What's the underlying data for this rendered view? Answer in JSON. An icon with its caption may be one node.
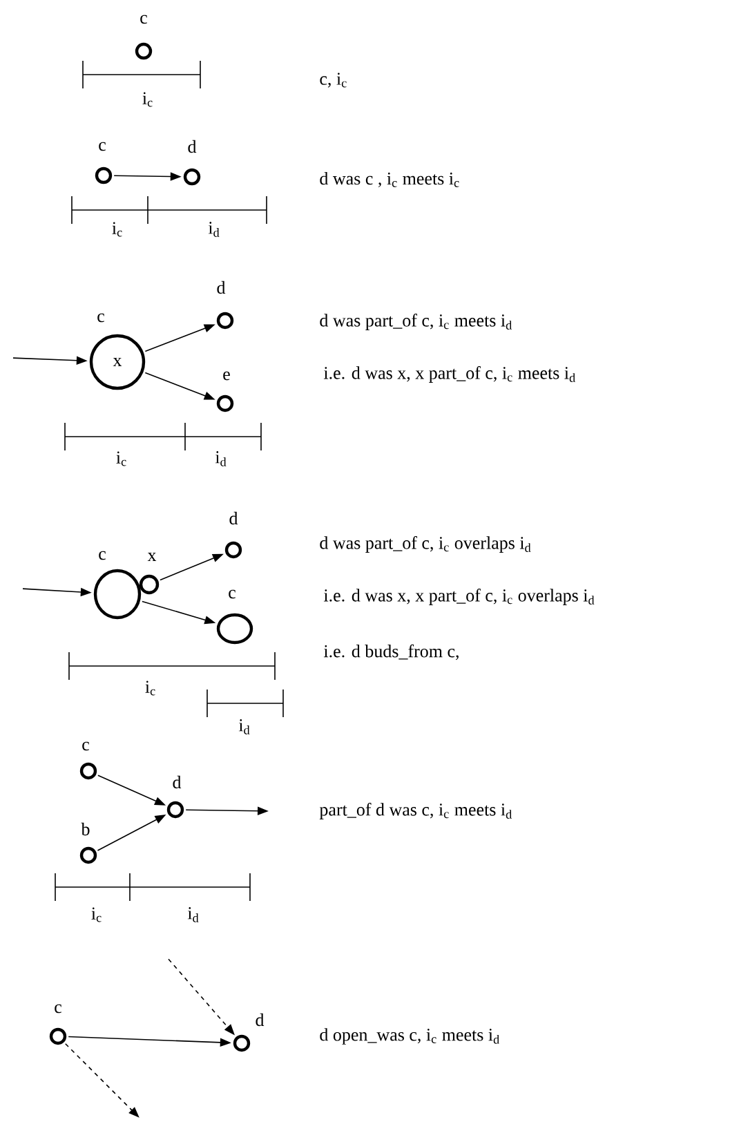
{
  "diagram": {
    "nodes": [
      {
        "text": [],
        "shape": "circle",
        "beside": [
          "c"
        ]
      },
      {
        "text": [],
        "shape": "circle",
        "beside": [
          "c"
        ]
      },
      {
        "text": [],
        "shape": "circle",
        "beside": [
          "d"
        ]
      },
      {
        "text": [
          "x"
        ],
        "beside": [
          "c"
        ]
      },
      {
        "text": [],
        "shape": "circle",
        "beside": [
          "d"
        ]
      },
      {
        "text": [],
        "shape": "circle",
        "beside": [
          "e"
        ]
      },
      {
        "text": [],
        "shape": "circle",
        "beside": [
          "c"
        ]
      },
      {
        "text": [],
        "shape": "circle",
        "beside": [
          "x"
        ]
      },
      {
        "text": [],
        "shape": "circle",
        "beside": [
          "d"
        ]
      },
      {
        "text": [],
        "shape": "circle",
        "beside": [
          "c"
        ]
      },
      {
        "text": [],
        "shape": "circle",
        "beside": [
          "c"
        ]
      },
      {
        "text": [],
        "shape": "circle",
        "beside": [
          "b"
        ]
      },
      {
        "text": [],
        "shape": "circle",
        "beside": [
          "d"
        ]
      },
      {
        "text": [],
        "shape": "circle",
        "beside": [
          "c"
        ]
      },
      {
        "text": [],
        "shape": "circle",
        "beside": [
          "d"
        ]
      }
    ],
    "edges": [
      {
        "from": 1,
        "to": 2,
        "arrow": "to"
      },
      {
        "from": null,
        "to": 3,
        "arrow": "to"
      },
      {
        "from": 3,
        "to": 4,
        "arrow": "to"
      },
      {
        "from": 3,
        "to": 5,
        "arrow": "to"
      },
      {
        "from": null,
        "to": 6,
        "arrow": "to"
      },
      {
        "from": 7,
        "to": 8,
        "arrow": "to"
      },
      {
        "from": 6,
        "to": 9,
        "arrow": "to"
      },
      {
        "from": 10,
        "to": 12,
        "arrow": "to"
      },
      {
        "from": 11,
        "to": 12,
        "arrow": "to"
      },
      {
        "from": 12,
        "to": null,
        "arrow": "to"
      },
      {
        "from": 13,
        "to": 14,
        "arrow": "to"
      },
      {
        "from": null,
        "to": 14,
        "arrow": "to",
        "style": "dashed"
      },
      {
        "from": 13,
        "to": null,
        "arrow": "to",
        "style": "dashed"
      }
    ],
    "labels": [
      "i$_{c}$",
      "c, i$_{c}$",
      "i$_{c}$",
      "i$_{d}$",
      "d was c , i$_{c}$ meets i$_{c}$",
      "i$_{c}$",
      "i$_{d}$",
      "d was part_of c, i$_{c}$ meets i$_{d}$",
      "i.e. d was x, x part_of c, i$_{c}$ meets i$_{d}$",
      "i$_{c}$",
      "i$_{d}$",
      "d was part_of c, i$_{c}$ overlaps i$_{d}$",
      "i.e. d was x, x part_of c, i$_{c}$ overlaps i$_{d}$",
      "i.e. d buds_from c,",
      "i$_{c}$",
      "i$_{d}$",
      "part_of d was c, i$_{c}$ meets i$_{d}$",
      "d open_was c, i$_{c}$ meets i$_{d}$"
    ]
  }
}
